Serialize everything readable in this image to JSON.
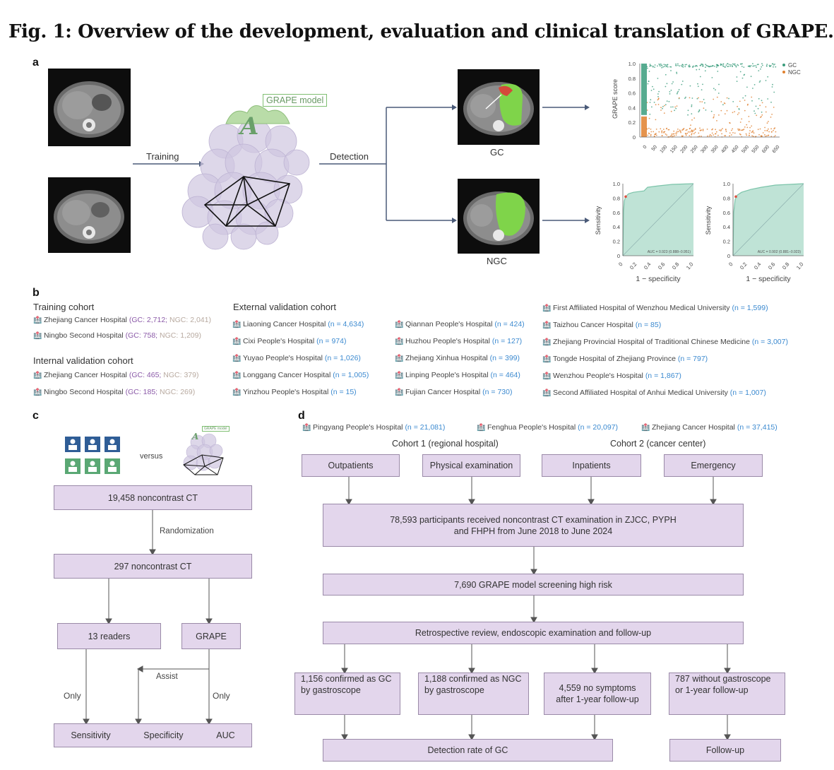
{
  "figure": {
    "title": "Fig. 1: Overview of the development, evaluation and clinical translation of GRAPE.",
    "panels": {
      "a": "a",
      "b": "b",
      "c": "c",
      "d": "d"
    }
  },
  "panel_a": {
    "training_label": "Training",
    "detection_label": "Detection",
    "model_label": "GRAPE model",
    "gc_label": "GC",
    "ngc_label": "NGC"
  },
  "chart_data": [
    {
      "type": "scatter",
      "ylabel": "GRAPE score",
      "ylim": [
        0,
        1.0
      ],
      "yticks": [
        "0",
        "0.2",
        "0.4",
        "0.6",
        "0.8",
        "1.0"
      ],
      "xlim": [
        0,
        650
      ],
      "xticks": [
        "0",
        "50",
        "100",
        "150",
        "200",
        "250",
        "300",
        "350",
        "400",
        "450",
        "500",
        "550",
        "600",
        "650"
      ],
      "legend": [
        "GC",
        "NGC"
      ],
      "legend_position": "top-right",
      "colors": {
        "GC": "#3a9c7c",
        "NGC": "#e0802e"
      }
    },
    {
      "type": "line",
      "xlabel": "1 − specificity",
      "ylabel": "Sensitivity",
      "xticks": [
        "0",
        "0.2",
        "0.4",
        "0.6",
        "0.8",
        "1.0"
      ],
      "yticks": [
        "0",
        "0.2",
        "0.4",
        "0.6",
        "0.8",
        "1.0"
      ],
      "annotation": "AUC = 0.923 (0.888–0.951)",
      "fill_color": "#bfe3d6",
      "curve": [
        [
          0,
          0
        ],
        [
          0.01,
          0.62
        ],
        [
          0.02,
          0.76
        ],
        [
          0.04,
          0.82
        ],
        [
          0.08,
          0.86
        ],
        [
          0.15,
          0.88
        ],
        [
          0.3,
          0.9
        ],
        [
          0.35,
          0.95
        ],
        [
          0.5,
          0.97
        ],
        [
          0.7,
          0.99
        ],
        [
          1,
          1
        ]
      ]
    },
    {
      "type": "line",
      "xlabel": "1 − specificity",
      "ylabel": "Sensitivity",
      "xticks": [
        "0",
        "0.2",
        "0.4",
        "0.6",
        "0.8",
        "1.0"
      ],
      "yticks": [
        "0",
        "0.2",
        "0.4",
        "0.6",
        "0.8",
        "1.0"
      ],
      "annotation": "AUC = 0.902 (0.881–0.923)",
      "fill_color": "#bfe3d6",
      "curve": [
        [
          0,
          0
        ],
        [
          0.01,
          0.6
        ],
        [
          0.03,
          0.78
        ],
        [
          0.06,
          0.84
        ],
        [
          0.12,
          0.88
        ],
        [
          0.25,
          0.92
        ],
        [
          0.4,
          0.95
        ],
        [
          0.6,
          0.98
        ],
        [
          0.8,
          0.99
        ],
        [
          1,
          1
        ]
      ]
    }
  ],
  "panel_b": {
    "training_heading": "Training cohort",
    "training": [
      {
        "name": "Zhejiang Cancer Hospital",
        "gc": "(GC: 2,712;",
        "ngc": " NGC: 2,041)"
      },
      {
        "name": "Ningbo Second Hospital",
        "gc": "(GC: 758;",
        "ngc": " NGC: 1,209)"
      }
    ],
    "internal_heading": "Internal validation cohort",
    "internal": [
      {
        "name": "Zhejiang Cancer Hospital",
        "gc": "(GC: 465;",
        "ngc": " NGC: 379)"
      },
      {
        "name": "Ningbo Second Hospital",
        "gc": "(GC: 185;",
        "ngc": " NGC: 269)"
      }
    ],
    "external_heading": "External validation cohort",
    "external_col1": [
      {
        "name": "Liaoning Cancer Hospital",
        "n": "(n = 4,634)"
      },
      {
        "name": "Cixi People's Hospital",
        "n": "(n = 974)"
      },
      {
        "name": "Yuyao People's Hospital",
        "n": "(n = 1,026)"
      },
      {
        "name": "Longgang Cancer Hospital",
        "n": "(n = 1,005)"
      },
      {
        "name": "Yinzhou People's Hospital",
        "n": "(n = 15)"
      }
    ],
    "external_col2": [
      {
        "name": "Qiannan People's Hospital",
        "n": "(n = 424)"
      },
      {
        "name": "Huzhou People's Hospital",
        "n": "(n = 127)"
      },
      {
        "name": "Zhejiang Xinhua Hospital",
        "n": "(n = 399)"
      },
      {
        "name": "Linping People's Hospital",
        "n": "(n = 464)"
      },
      {
        "name": "Fujian Cancer Hospital",
        "n": "(n = 730)"
      }
    ],
    "external_col3": [
      {
        "name": "First Affiliated Hospital of Wenzhou Medical University",
        "n": "(n = 1,599)"
      },
      {
        "name": "Taizhou Cancer Hospital",
        "n": "(n = 85)"
      },
      {
        "name": "Zhejiang Provincial Hospital of Traditional Chinese Medicine",
        "n": "(n = 3,007)"
      },
      {
        "name": "Tongde Hospital of Zhejiang Province",
        "n": "(n = 797)"
      },
      {
        "name": "Wenzhou People's Hospital",
        "n": "(n = 1,867)"
      },
      {
        "name": "Second Affiliated Hospital of Anhui Medical University",
        "n": "(n = 1,007)"
      }
    ]
  },
  "panel_c": {
    "versus": "versus",
    "mini_model_label": "GRAPE model",
    "box_ct": "19,458 noncontrast CT",
    "randomization": "Randomization",
    "box_297": "297 noncontrast CT",
    "box_readers": "13 readers",
    "box_grape": "GRAPE",
    "assist": "Assist",
    "only_left": "Only",
    "only_right": "Only",
    "sensitivity": "Sensitivity",
    "specificity": "Specificity",
    "auc": "AUC"
  },
  "panel_d": {
    "hospitals": [
      {
        "name": "Pingyang People's Hospital",
        "n": "(n = 21,081)"
      },
      {
        "name": "Fenghua People's Hospital",
        "n": "(n = 20,097)"
      },
      {
        "name": "Zhejiang Cancer Hospital",
        "n": "(n = 37,415)"
      }
    ],
    "cohort1": "Cohort 1 (regional hospital)",
    "cohort2": "Cohort 2 (cancer center)",
    "sources": [
      "Outpatients",
      "Physical examination",
      "Inpatients",
      "Emergency"
    ],
    "box_participants_l1": "78,593 participants received noncontrast CT examination in ZJCC, PYPH",
    "box_participants_l2": "and FHPH from June 2018 to June 2024",
    "box_highrisk": "7,690 GRAPE model screening high risk",
    "box_review": "Retrospective review, endoscopic examination and follow-up",
    "outcomes": [
      {
        "l1": "1,156 confirmed as GC",
        "l2": "by gastroscope"
      },
      {
        "l1": "1,188 confirmed as NGC",
        "l2": "by gastroscope"
      },
      {
        "l1": "4,559 no symptoms",
        "l2": "after 1-year follow-up"
      },
      {
        "l1": "787 without gastroscope",
        "l2": "or 1-year follow-up"
      }
    ],
    "detection_rate": "Detection rate of GC",
    "followup": "Follow-up"
  }
}
